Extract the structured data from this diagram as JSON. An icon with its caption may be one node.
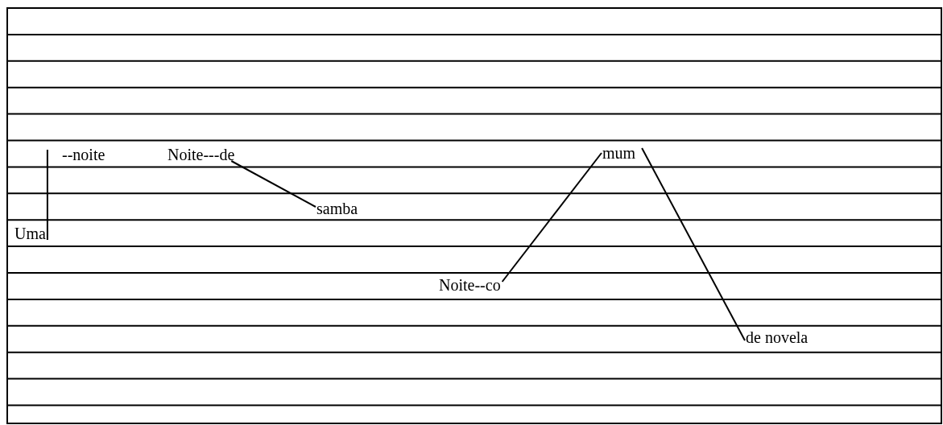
{
  "diagram": {
    "nodes": [
      {
        "text": [
          "Uma"
        ]
      },
      {
        "text": [
          "--noite"
        ]
      },
      {
        "text": [
          "Noite---de"
        ]
      },
      {
        "text": [
          "samba"
        ]
      },
      {
        "text": [
          "Noite--co"
        ]
      },
      {
        "text": [
          "mum"
        ]
      },
      {
        "text": [
          "de novela"
        ]
      }
    ],
    "edges": [
      {
        "from": 0,
        "to": 1,
        "arrow": "none"
      },
      {
        "from": 2,
        "to": 3,
        "arrow": "none"
      },
      {
        "from": 4,
        "to": 5,
        "arrow": "none"
      },
      {
        "from": 5,
        "to": 6,
        "arrow": "none"
      }
    ]
  }
}
